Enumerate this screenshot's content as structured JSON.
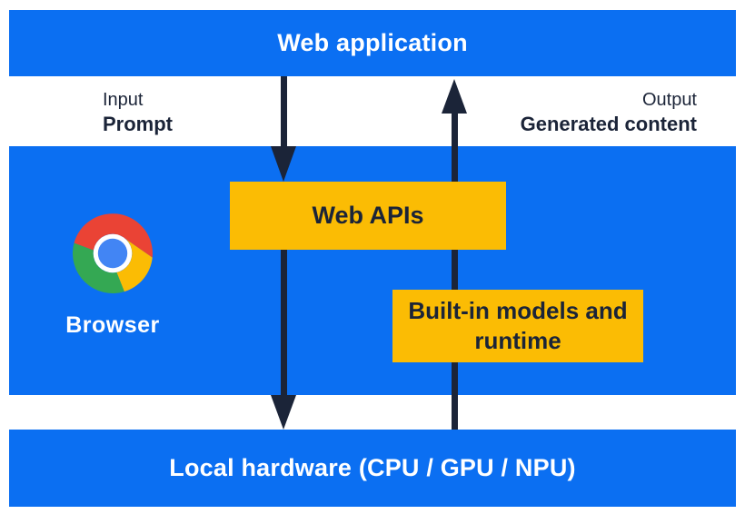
{
  "title": "Web application",
  "io": {
    "input_caption": "Input",
    "input_label": "Prompt",
    "output_caption": "Output",
    "output_label": "Generated content"
  },
  "browser": {
    "label": "Browser",
    "logo_icon": "chrome-logo"
  },
  "boxes": {
    "web_apis_label": "Web APIs",
    "builtin_label": "Built-in models and runtime"
  },
  "hardware_label": "Local hardware (CPU / GPU / NPU)",
  "flows": {
    "down_arrow": "prompt-input-flow",
    "up_arrow": "generated-content-output-flow"
  },
  "colors": {
    "blue": "#0b6ff2",
    "yellow": "#fbbc04",
    "navy": "#1b2438",
    "white": "#ffffff",
    "chrome_red": "#ea4335",
    "chrome_yellow": "#fbbc04",
    "chrome_green": "#34a853",
    "chrome_blue": "#4285f4"
  }
}
